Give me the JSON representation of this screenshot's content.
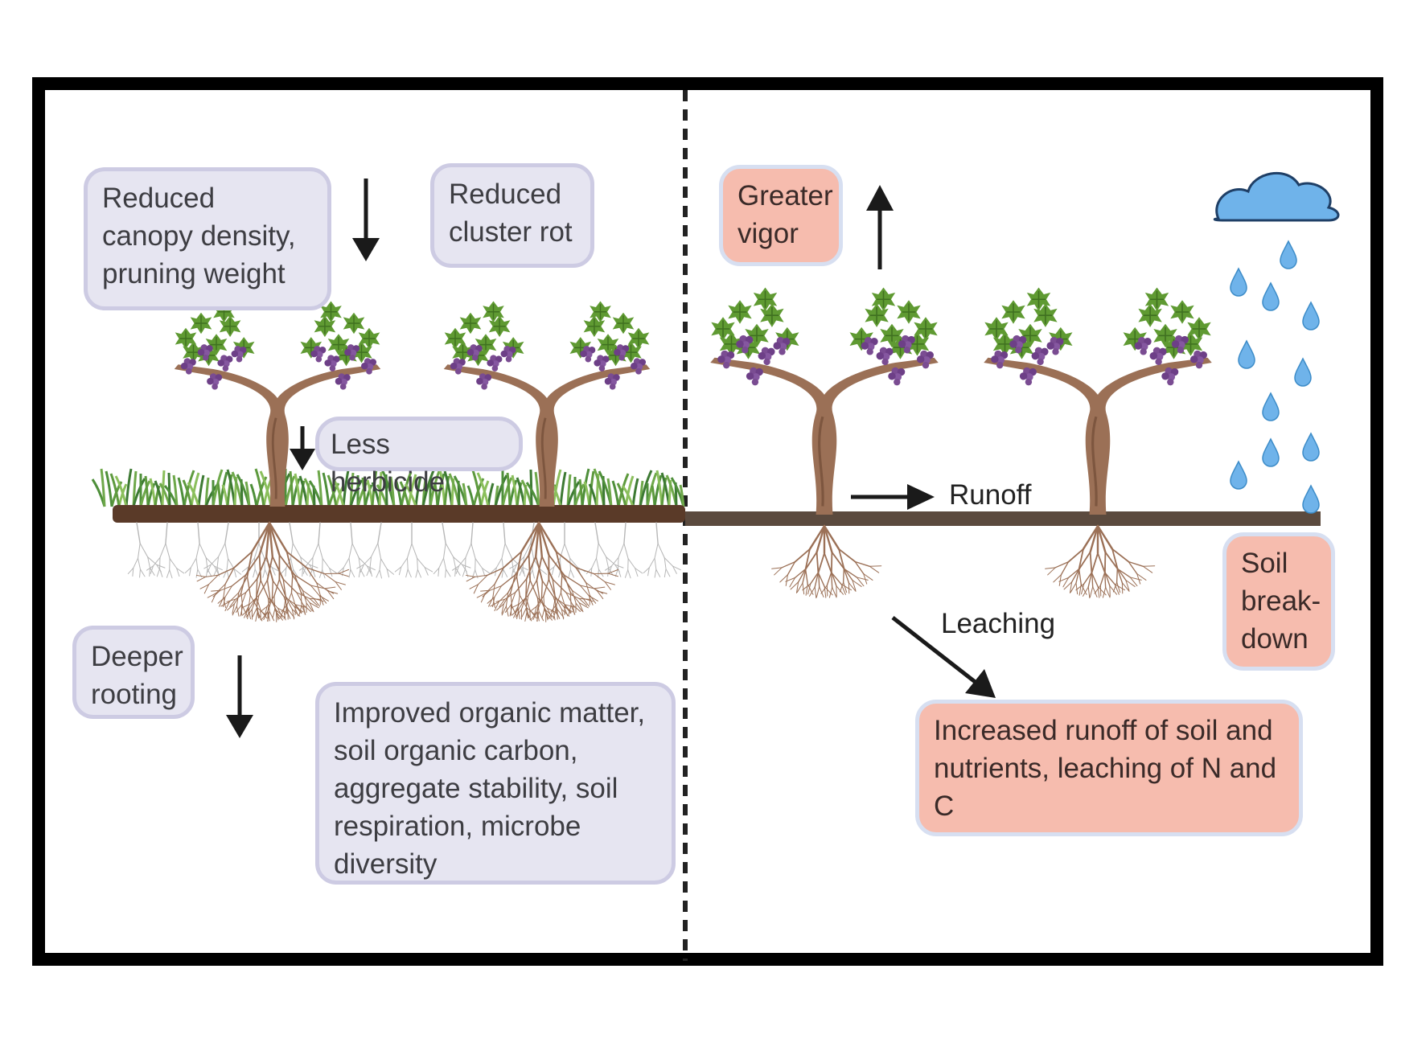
{
  "left": {
    "canopy_box": "Reduced canopy density, pruning weight",
    "cluster_box": "Reduced cluster rot",
    "herbicide_box": "Less herbicide",
    "rooting_box": "Deeper rooting",
    "organic_box": "Improved organic matter, soil organic carbon, aggregate stability, soil respiration, microbe diversity"
  },
  "right": {
    "vigor_box": "Greater vigor",
    "runoff_label": "Runoff",
    "leaching_label": "Leaching",
    "soil_box": "Soil break-down",
    "increased_box": "Increased runoff of soil and nutrients,  leaching of N and C"
  },
  "colors": {
    "lavender_fill": "#e6e5f1",
    "pink_fill": "#f6bcae",
    "soil": "#5a3a28",
    "rain": "#6fb3ea"
  }
}
